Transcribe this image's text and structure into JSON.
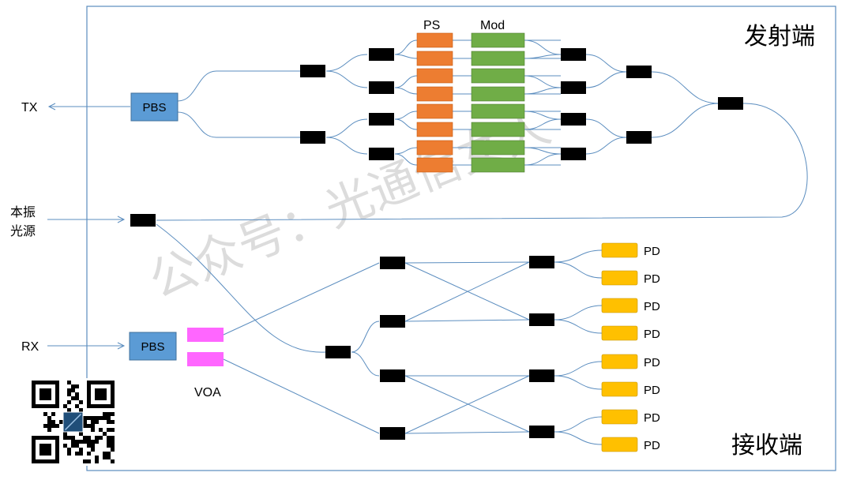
{
  "labels": {
    "tx_section": "发射端",
    "rx_section": "接收端",
    "tx_port": "TX",
    "rx_port": "RX",
    "lo_line1": "本振",
    "lo_line2": "光源",
    "ps": "PS",
    "mod": "Mod",
    "pbs": "PBS",
    "voa": "VOA",
    "pd": "PD",
    "watermark": "公众号：光通信女人"
  },
  "colors": {
    "frame": "#5b8dbf",
    "waveguide": "#5b8dbf",
    "coupler": "#000000",
    "pbs_fill": "#5b9bd5",
    "pbs_stroke": "#41719c",
    "ps_fill": "#ed7d31",
    "mod_fill": "#70ad47",
    "voa_fill": "#ff66ff",
    "pd_fill": "#ffc000",
    "watermark": "#d0d0d0",
    "text": "#000000"
  },
  "icons": {
    "qr": "qr-code-icon"
  }
}
